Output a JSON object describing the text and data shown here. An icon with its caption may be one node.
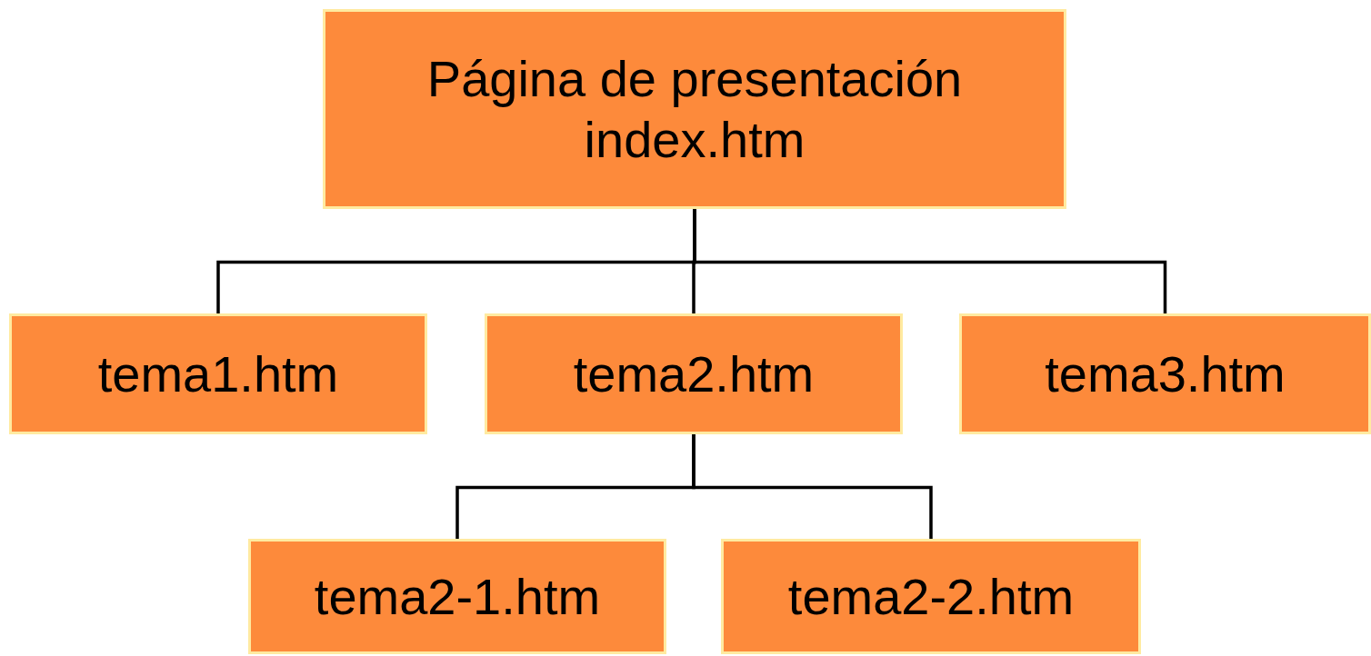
{
  "diagram": {
    "nodes": [
      {
        "text": [
          "Página de presentación index.htm"
        ]
      },
      {
        "text": [
          "tema1.htm"
        ]
      },
      {
        "text": [
          "tema2.htm"
        ]
      },
      {
        "text": [
          "tema3.htm"
        ]
      },
      {
        "text": [
          "tema2-1.htm"
        ]
      },
      {
        "text": [
          "tema2-2.htm"
        ]
      }
    ],
    "edges": [
      {
        "from": 0,
        "to": 1,
        "arrow": "none"
      },
      {
        "from": 0,
        "to": 2,
        "arrow": "none"
      },
      {
        "from": 0,
        "to": 3,
        "arrow": "none"
      },
      {
        "from": 2,
        "to": 4,
        "arrow": "none"
      },
      {
        "from": 2,
        "to": 5,
        "arrow": "none"
      }
    ]
  }
}
